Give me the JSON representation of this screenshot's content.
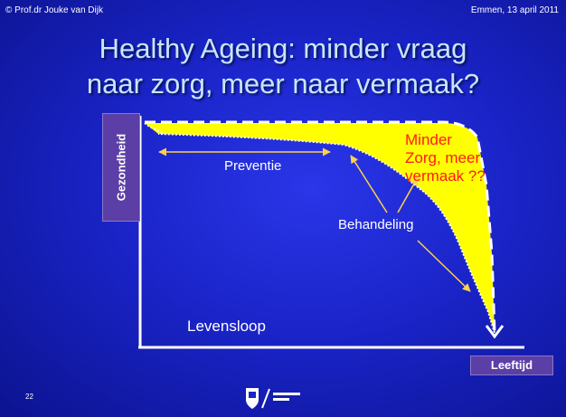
{
  "header": {
    "copyright": "© Prof.dr Jouke van Dijk",
    "date_location": "Emmen, 13 april 2011"
  },
  "title": {
    "line1": "Healthy Ageing: minder vraag",
    "line2": "naar zorg, meer naar vermaak?"
  },
  "diagram": {
    "y_label": "Gezondheid",
    "x_label": "Leeftijd",
    "labels": {
      "preventie": "Preventie",
      "behandeling": "Behandeling",
      "levensloop": "Levensloop"
    },
    "minder_zorg": [
      "Minder",
      "Zorg, meer",
      "vermaak ??"
    ]
  },
  "footer": {
    "page_number": "22"
  },
  "colors": {
    "fill": "#ffff00",
    "arrow": "#ffd24a",
    "red_text": "#ff1a1a",
    "label_box": "#5b3fa6"
  },
  "icons": {
    "logo": "university-logo-icon"
  }
}
